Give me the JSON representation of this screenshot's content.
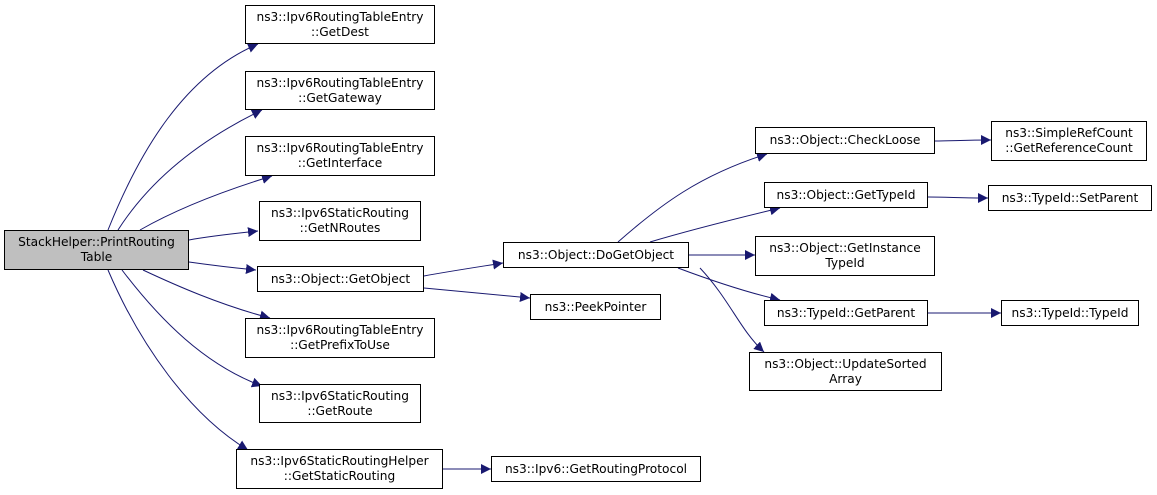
{
  "colors": {
    "edge": "#191970",
    "node_border": "#000000",
    "root_fill": "#bfbfbf",
    "node_fill": "#ffffff"
  },
  "nodes": {
    "root": [
      "StackHelper::PrintRouting",
      "Table"
    ],
    "get_dest": [
      "ns3::Ipv6RoutingTableEntry",
      "::GetDest"
    ],
    "get_gateway": [
      "ns3::Ipv6RoutingTableEntry",
      "::GetGateway"
    ],
    "get_interface": [
      "ns3::Ipv6RoutingTableEntry",
      "::GetInterface"
    ],
    "get_n_routes": [
      "ns3::Ipv6StaticRouting",
      "::GetNRoutes"
    ],
    "get_object": [
      "ns3::Object::GetObject"
    ],
    "get_prefix_to_use": [
      "ns3::Ipv6RoutingTableEntry",
      "::GetPrefixToUse"
    ],
    "get_route": [
      "ns3::Ipv6StaticRouting",
      "::GetRoute"
    ],
    "get_static_routing": [
      "ns3::Ipv6StaticRoutingHelper",
      "::GetStaticRouting"
    ],
    "do_get_object": [
      "ns3::Object::DoGetObject"
    ],
    "peek_pointer": [
      "ns3::PeekPointer"
    ],
    "get_routing_protocol": [
      "ns3::Ipv6::GetRoutingProtocol"
    ],
    "check_loose": [
      "ns3::Object::CheckLoose"
    ],
    "get_type_id": [
      "ns3::Object::GetTypeId"
    ],
    "get_instance_type_id": [
      "ns3::Object::GetInstance",
      "TypeId"
    ],
    "typeid_get_parent": [
      "ns3::TypeId::GetParent"
    ],
    "update_sorted_array": [
      "ns3::Object::UpdateSorted",
      "Array"
    ],
    "get_reference_count": [
      "ns3::SimpleRefCount",
      "::GetReferenceCount"
    ],
    "typeid_set_parent": [
      "ns3::TypeId::SetParent"
    ],
    "typeid_typeid": [
      "ns3::TypeId::TypeId"
    ]
  },
  "edges": [
    [
      "root",
      "get_dest"
    ],
    [
      "root",
      "get_gateway"
    ],
    [
      "root",
      "get_interface"
    ],
    [
      "root",
      "get_n_routes"
    ],
    [
      "root",
      "get_object"
    ],
    [
      "root",
      "get_prefix_to_use"
    ],
    [
      "root",
      "get_route"
    ],
    [
      "root",
      "get_static_routing"
    ],
    [
      "get_object",
      "do_get_object"
    ],
    [
      "get_object",
      "peek_pointer"
    ],
    [
      "get_static_routing",
      "get_routing_protocol"
    ],
    [
      "do_get_object",
      "check_loose"
    ],
    [
      "do_get_object",
      "get_type_id"
    ],
    [
      "do_get_object",
      "get_instance_type_id"
    ],
    [
      "do_get_object",
      "typeid_get_parent"
    ],
    [
      "do_get_object",
      "update_sorted_array"
    ],
    [
      "check_loose",
      "get_reference_count"
    ],
    [
      "get_type_id",
      "typeid_set_parent"
    ],
    [
      "typeid_get_parent",
      "typeid_typeid"
    ]
  ]
}
